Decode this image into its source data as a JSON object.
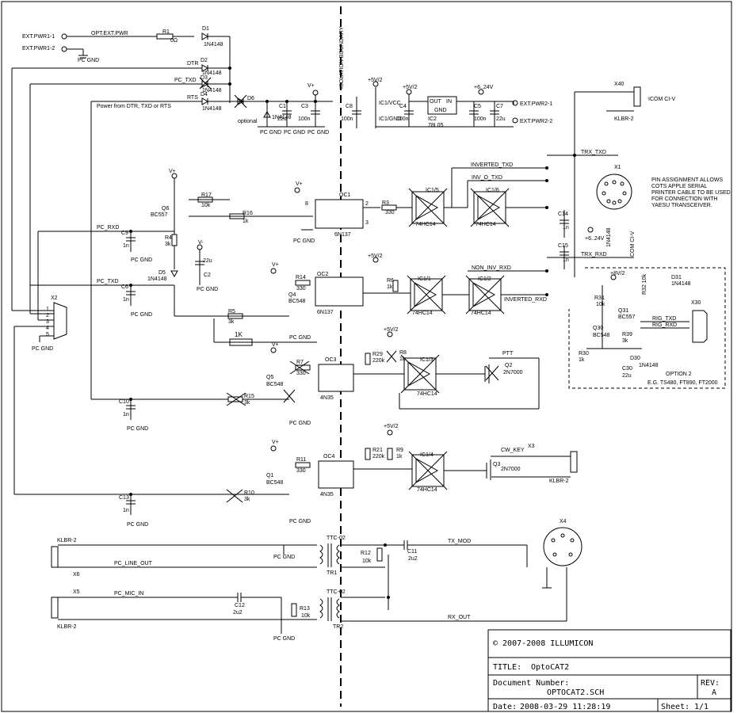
{
  "title_block": {
    "copyright": "© 2007-2008 ILLUMICON",
    "title_label": "TITLE:",
    "title": "OptoCAT2",
    "docnum_label": "Document Number:",
    "docnum": "OPTOCAT2.SCH",
    "rev_label": "REV:",
    "rev": "A",
    "date_label": "Date:",
    "date": "2008-03-29 11:28:19",
    "sheet_label": "Sheet:",
    "sheet": "1/1"
  },
  "labels": {
    "isolation": "ISOLATION BOUNDARY",
    "ext_pwr1_1": "EXT.PWR1-1",
    "ext_pwr1_2": "EXT.PWR1-2",
    "opt_ext_pwr": "OPT.EXT.PWR",
    "ext_pwr2_1": "EXT.PWR2-1",
    "ext_pwr2_2": "EXT.PWR2-2",
    "pc_gnd": "PC GND",
    "dtr": "DTR",
    "pc_txd": "PC_TXD",
    "rts": "RTS",
    "power_note": "Power from DTR, TXD or RTS",
    "pc_rxd": "PC_RXD",
    "pc_txd2": "PC_TXD",
    "inverted_txd": "INVERTED_TXD",
    "inv_o_txd": "INV_O_TXD",
    "non_inv_rxd": "NON_INV_RXD",
    "inverted_rxd": "INVERTED_RXD",
    "trx_txd": "TRX_TXD",
    "trx_rxd": "TRX_RXD",
    "rig_txd": "RIG_TXD",
    "rig_rxd": "RIG_RXD",
    "ptt": "PTT",
    "cw_key": "CW_KEY",
    "tx_mod": "TX_MOD",
    "rx_out": "RX_OUT",
    "pc_line_out": "PC_LINE_OUT",
    "pc_mic_in": "PC_MIC_IN",
    "icom_civ": "ICOM CI-V",
    "klbr2": "KLBR-2",
    "pin_note": "PIN ASSIGNMENT ALLOWS COTS APPLE SERIAL PRINTER CABLE TO BE USED FOR CONNECTION WITH YAESU TRANSCEIVER.",
    "option2": "OPTION 2",
    "option2_eg": "E.G. TS480, FT890, FT2000",
    "one_k": "1K",
    "optional": "optional",
    "vplus": "V+",
    "v5_2": "+5V/2",
    "v6_24": "+6..24V",
    "v8_2": "+8V/2"
  },
  "components": {
    "ic1_5": "IC1/5",
    "ic1_6": "IC1/6",
    "ic1_1": "IC1/1",
    "ic1_2": "IC1/2",
    "ic1_3": "IC1/3",
    "ic1_4": "IC1/4",
    "hc14": "74HC14",
    "oc1": "OC1",
    "oc2": "OC2",
    "oc3": "OC3",
    "oc4": "OC4",
    "bn137": "6N137",
    "n4n35": "4N35",
    "q6": "Q6",
    "q4": "Q4",
    "q5": "Q5",
    "q1": "Q1",
    "q2": "Q2",
    "q3": "Q3",
    "bc557": "BC557",
    "bc548": "BC548",
    "n7000": "2N7000",
    "d1": "D1",
    "d2": "D2",
    "d3": "D3",
    "d4": "D4",
    "d5": "D5",
    "d6": "D6",
    "d30": "D30",
    "d31": "D31",
    "n4148": "1N4148",
    "r1": "R1",
    "r1v": "0Ω",
    "r17": "R17",
    "r17v": "10k",
    "r16": "R16",
    "r16v": "1k",
    "r4": "R4",
    "r4v": "3k",
    "r5": "R5",
    "r5v": "3k",
    "r14": "R14",
    "r14v": "330",
    "r3": "R3",
    "r3v": "330",
    "r6": "R6",
    "r6v": "1k",
    "r7": "R7",
    "r7v": "330",
    "r15": "R15",
    "r15v": "3k",
    "r29": "R29",
    "r29v": "220k",
    "r8": "R8",
    "r8v": "1k",
    "r11": "R11",
    "r11v": "330",
    "r10": "R10",
    "r10v": "3k",
    "r21": "R21",
    "r21v": "220k",
    "r9": "R9",
    "r9v": "1k",
    "r12": "R12",
    "r12v": "10k",
    "r13": "R13",
    "r13v": "10k",
    "c1": "C1",
    "c1v": "22u",
    "c3": "C3",
    "c3v": "100n",
    "c8": "C8",
    "c8v": "100n",
    "c4": "C4",
    "c4v": "100n",
    "c5": "C5",
    "c5v": "100n",
    "c7": "C7",
    "c7v": "22u",
    "c9": "C9",
    "c9v": "1n",
    "c6": "C6",
    "c6v": "1n",
    "c10": "C10",
    "c10v": "1n",
    "c13": "C13",
    "c13v": "1n",
    "c14": "C14",
    "c14v": "1n",
    "c15": "C15",
    "c15v": "1n",
    "c2": "C2",
    "c2v": "22u",
    "c11": "C11",
    "c11v": "2u2",
    "c12": "C12",
    "c12v": "2u2",
    "c30": "C30",
    "c30v": "22u",
    "ic2": "IC2",
    "ic2v": "78L05",
    "ic2_out": "OUT",
    "ic2_in": "IN",
    "ic2_gnd": "GND",
    "tr1": "TR1",
    "tr2": "TR2",
    "ttc": "TTC-02",
    "x1": "X1",
    "x2": "X2",
    "x3": "X3",
    "x4": "X4",
    "x5": "X5",
    "x6": "X6",
    "x30": "X30",
    "x40": "X40"
  }
}
